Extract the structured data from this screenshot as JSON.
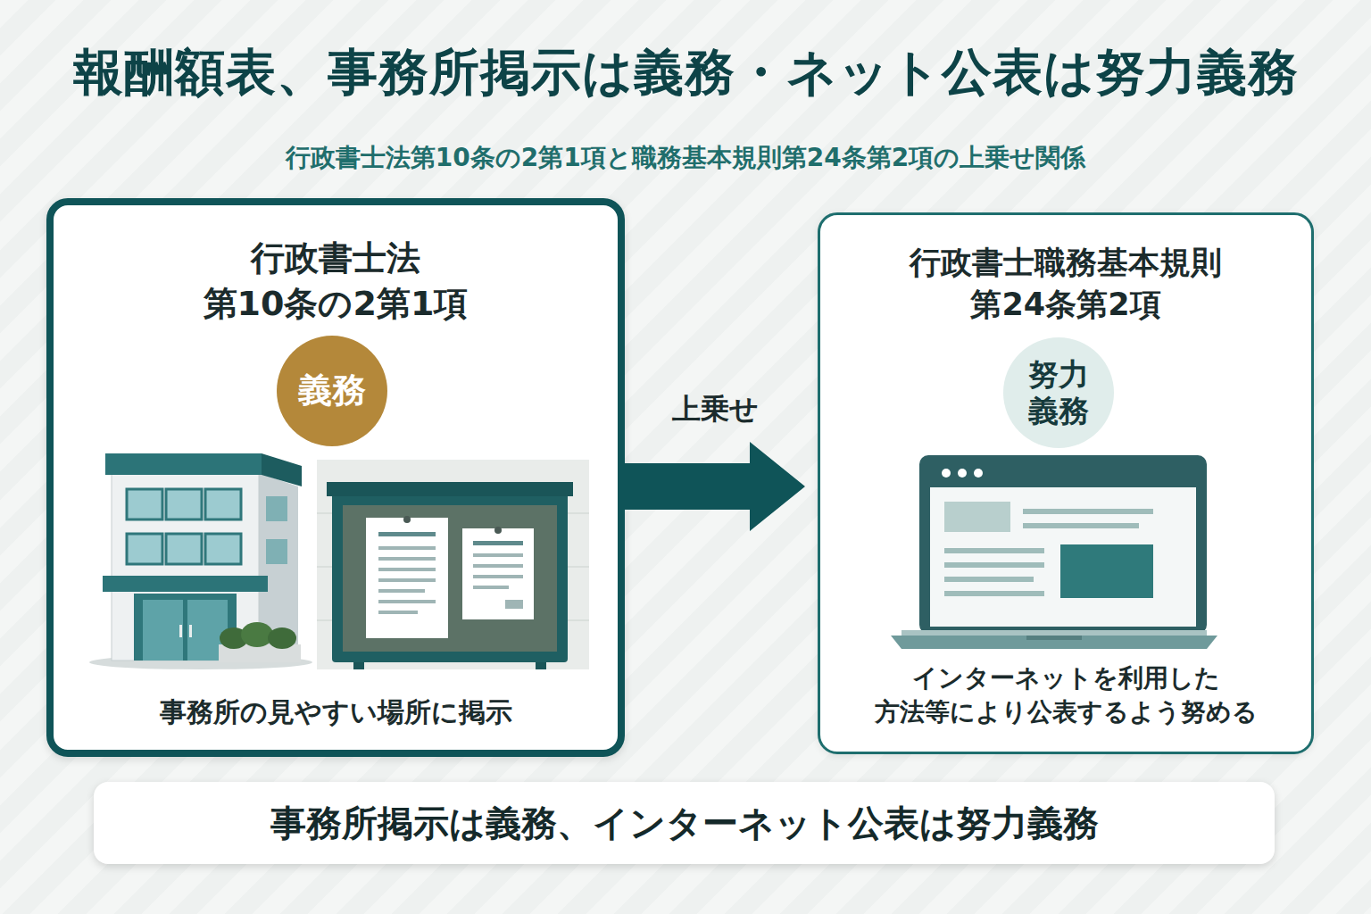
{
  "diagram": {
    "title": "報酬額表、事務所掲示は義務・ネット公表は努力義務",
    "nodes": [
      {
        "text": [
          "行政書士法 第10条の2第1項",
          "事務所の見やすい場所に掲示"
        ]
      },
      {
        "text": [
          "義務"
        ],
        "in": 0
      },
      {
        "text": [
          "行政書士職務基本規則 第24条第2項",
          "インターネットを利用した 方法等により公表するよう努める"
        ]
      },
      {
        "text": [
          "努力 義務"
        ],
        "in": 2
      },
      {
        "text": [
          "事務所掲示は義務、インターネット公表は努力義務"
        ]
      }
    ],
    "edges": [
      {
        "from": 0,
        "to": 2,
        "arrow": "to",
        "label": "上乗せ"
      }
    ],
    "labels": [
      "行政書士法第10条の2第1項と職務基本規則第24条第2項の上乗せ関係"
    ]
  }
}
